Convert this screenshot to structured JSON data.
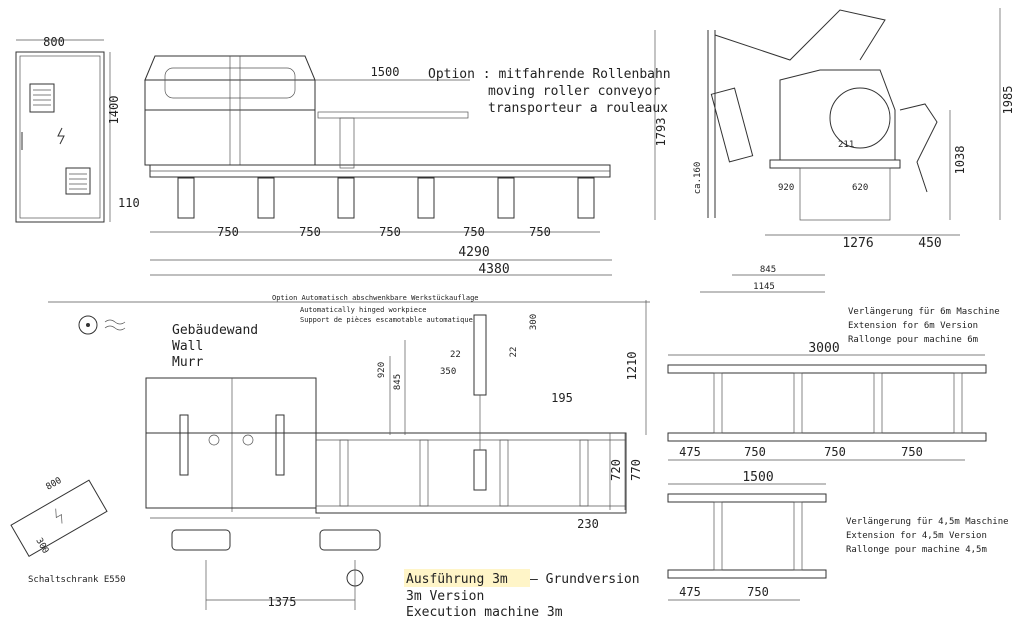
{
  "cabinet_front": {
    "width": "800",
    "height": "1400"
  },
  "conveyor_option": {
    "length": "1500",
    "title": "Option : mitfahrende Rollenbahn",
    "line2": "moving roller conveyor",
    "line3": "transporteur a rouleaux"
  },
  "elevation": {
    "offset": "110",
    "spacings": [
      "750",
      "750",
      "750",
      "750",
      "750"
    ],
    "total1": "4290",
    "total2": "4380"
  },
  "side_view": {
    "h1": "1793",
    "h2": "1985",
    "h3": "1038",
    "d1": "ca.160",
    "d2": "211",
    "d3": "920",
    "d4": "620",
    "d5": "1276",
    "d6": "450",
    "d7": "845",
    "d8": "1145"
  },
  "option_support": {
    "de": "Option Automatisch abschwenkbare Werkstückauflage",
    "en": "Automatically hinged workpiece",
    "fr": "Support de pièces escamotable automatique"
  },
  "plan": {
    "wall_de": "Gebäudewand",
    "wall_en": "Wall",
    "wall_fr": "Murr",
    "dims": {
      "d920": "920",
      "d845": "845",
      "d22a": "22",
      "d22b": "22",
      "d300": "300",
      "d350": "350",
      "d1210": "1210",
      "d195": "195",
      "d720": "720",
      "d770": "770",
      "d230": "230",
      "d1375": "1375"
    }
  },
  "schaltschrank": {
    "label": "Schaltschrank E550",
    "w": "800",
    "d": "300"
  },
  "execution": {
    "line1": "Ausführung 3m",
    "line1b": "– Grundversion",
    "line2": "3m Version",
    "line3": "Execution machine 3m",
    "highlight": "#fff5c8"
  },
  "ext6": {
    "length": "3000",
    "spacings": [
      "475",
      "750",
      "750",
      "750"
    ],
    "de": "Verlängerung für 6m Maschine",
    "en": "Extension for 6m Version",
    "fr": "Rallonge pour machine 6m"
  },
  "ext45": {
    "length": "1500",
    "spacings": [
      "475",
      "750"
    ],
    "de": "Verlängerung für 4,5m Maschine",
    "en": "Extension for 4,5m Version",
    "fr": "Rallonge pour machine 4,5m"
  }
}
